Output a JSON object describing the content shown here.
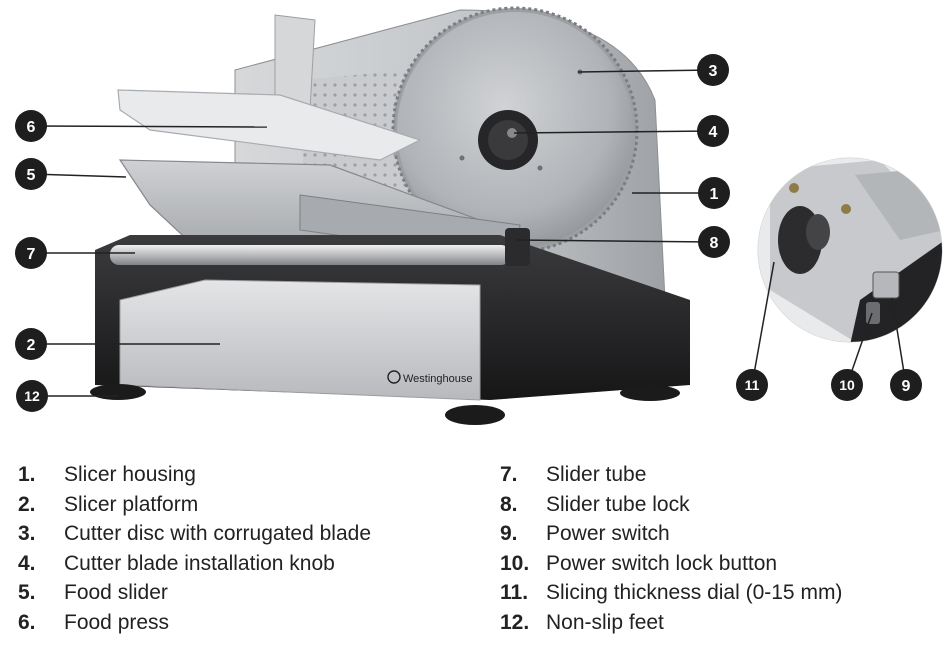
{
  "brand": "Westinghouse",
  "callouts": [
    {
      "num": "1",
      "text": "Slicer housing"
    },
    {
      "num": "2",
      "text": "Slicer platform"
    },
    {
      "num": "3",
      "text": "Cutter disc with corrugated blade"
    },
    {
      "num": "4",
      "text": "Cutter blade installation knob"
    },
    {
      "num": "5",
      "text": "Food slider"
    },
    {
      "num": "6",
      "text": "Food press"
    },
    {
      "num": "7",
      "text": "Slider tube"
    },
    {
      "num": "8",
      "text": "Slider tube lock"
    },
    {
      "num": "9",
      "text": "Power switch"
    },
    {
      "num": "10",
      "text": "Power switch lock button"
    },
    {
      "num": "11",
      "text": "Slicing thickness dial (0-15 mm)"
    },
    {
      "num": "12",
      "text": "Non-slip feet"
    }
  ],
  "legend": {
    "left": [
      {
        "num": "1.",
        "text": "Slicer housing"
      },
      {
        "num": "2.",
        "text": "Slicer platform"
      },
      {
        "num": "3.",
        "text": "Cutter disc with corrugated blade"
      },
      {
        "num": "4.",
        "text": "Cutter blade installation knob"
      },
      {
        "num": "5.",
        "text": "Food slider"
      },
      {
        "num": "6.",
        "text": "Food press"
      }
    ],
    "right": [
      {
        "num": "7.",
        "text": "Slider tube"
      },
      {
        "num": "8.",
        "text": "Slider tube lock"
      },
      {
        "num": "9.",
        "text": "Power switch"
      },
      {
        "num": "10.",
        "text": "Power switch lock button"
      },
      {
        "num": "11.",
        "text": "Slicing thickness dial (0-15 mm)"
      },
      {
        "num": "12.",
        "text": "Non-slip feet"
      }
    ]
  },
  "colors": {
    "callout_fill": "#1e1e1e",
    "callout_text": "#ffffff",
    "leader_line": "#222222",
    "housing_metal": "#bfc2c5",
    "blade_metal": "#a9acb0",
    "base_black": "#2a2a2c"
  }
}
